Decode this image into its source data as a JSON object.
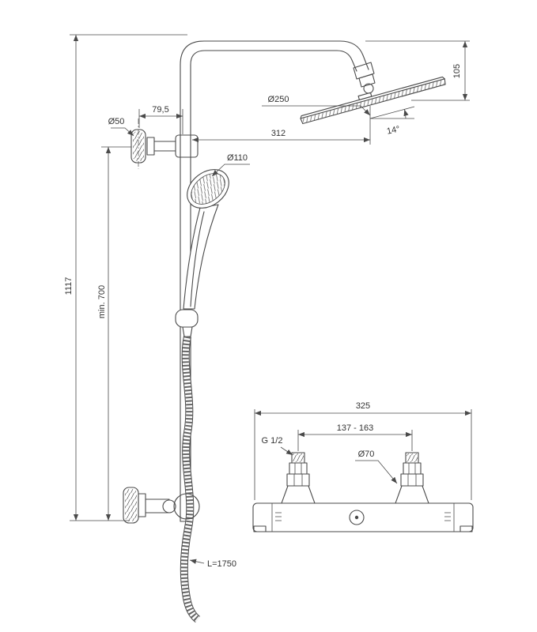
{
  "window": {
    "background": "#ffffff",
    "line_color": "#4a4a4a",
    "text_color": "#333333"
  },
  "diagram": {
    "name": "shower-system-technical-drawing",
    "labels": {
      "overall_height": "1117",
      "min_height": "min. 700",
      "bracket_offset": "79,5",
      "wall_flange_diameter": "Ø50",
      "hand_shower_diameter": "Ø110",
      "head_diameter": "Ø250",
      "head_reach": "312",
      "head_angle": "14°",
      "head_drop": "105",
      "hose_length": "L=1750",
      "mixer_width": "325",
      "connection_spacing": "137 - 163",
      "thread_size": "G 1/2",
      "escutcheon_diameter": "Ø70"
    }
  }
}
